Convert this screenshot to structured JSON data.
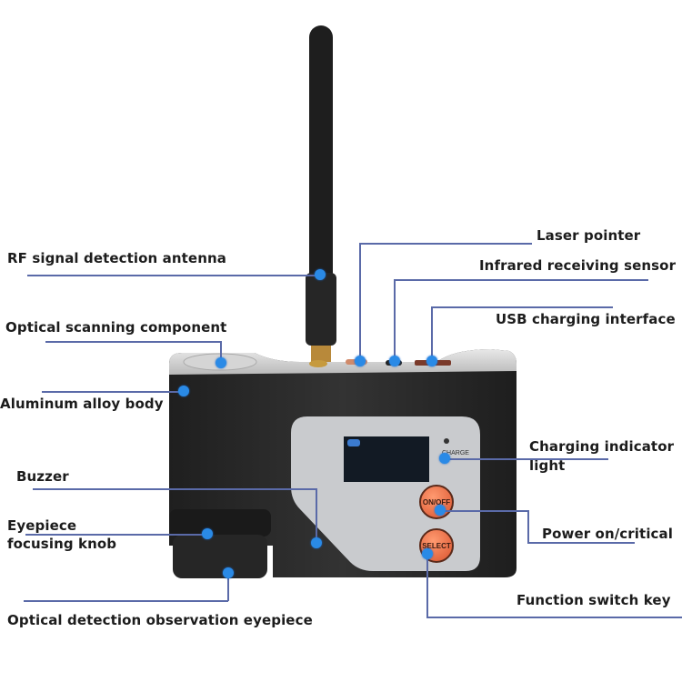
{
  "diagram": {
    "subject": "Handheld detector device",
    "labels": {
      "rf_antenna": "RF signal detection antenna",
      "optical_scanning": "Optical scanning component",
      "aluminum_body": "Aluminum alloy body",
      "buzzer": "Buzzer",
      "eyepiece_knob_1": "Eyepiece",
      "eyepiece_knob_2": "focusing knob",
      "eyepiece": "Optical detection observation eyepiece",
      "laser_pointer": "Laser pointer",
      "ir_sensor": "Infrared receiving sensor",
      "usb_charging": "USB charging interface",
      "charging_light_1": "Charging indicator",
      "charging_light_2": "light",
      "power": "Power on/critical",
      "function_key": "Function switch key"
    },
    "device_text": {
      "charge": "CHARGE",
      "on_off": "ON/OFF",
      "select": "SELECT"
    },
    "colors": {
      "leader_line": "#5a6aa8",
      "marker_dot": "#2a8ae6",
      "button_orange": "#f07a50",
      "body_dark": "#2b2b2b",
      "panel_gray": "#c8cacd"
    }
  }
}
